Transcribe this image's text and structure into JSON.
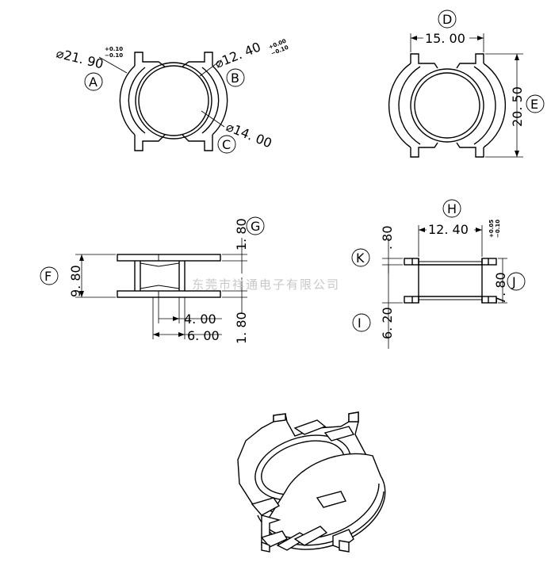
{
  "top_left": {
    "dim_a": "⌀21. 90",
    "tol_a_upper": "+0.10",
    "tol_a_lower": "−0.10",
    "dim_b": "⌀12. 40",
    "tol_b_upper": "+0.00",
    "tol_b_lower": "−0.10",
    "dim_c": "⌀14. 00",
    "label_a": "A",
    "label_b": "B",
    "label_c": "C"
  },
  "top_right": {
    "dim_d": "15. 00",
    "dim_e": "20. 50",
    "label_d": "D",
    "label_e": "E"
  },
  "mid_left": {
    "dim_f": "9. 80",
    "dim_g": "1. 80",
    "dim_bottom_right": "1. 80",
    "dim_inner": "4. 00",
    "dim_outer": "6. 00",
    "label_f": "F",
    "label_g": "G"
  },
  "mid_right": {
    "dim_h": "12. 40",
    "tol_h_upper": "+0.05",
    "tol_h_lower": "−0.10",
    "dim_k": ". 80",
    "dim_i": "6. 20",
    "dim_j": "7. 80",
    "label_h": "H",
    "label_k": "K",
    "label_i": "I",
    "label_j": "J"
  },
  "watermark": "东莞市祥通电子有限公司"
}
